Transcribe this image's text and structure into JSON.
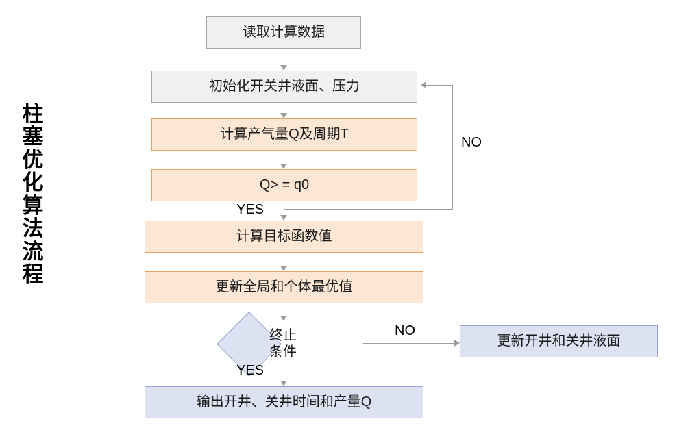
{
  "title": {
    "vertical_caption": "柱塞优化算法流程"
  },
  "flowchart": {
    "nodes": [
      {
        "id": "read-data",
        "label": "读取计算数据",
        "shape": "rect",
        "fill": "#f0f0f0"
      },
      {
        "id": "init",
        "label": "初始化开关井液面、压力",
        "shape": "rect",
        "fill": "#f0f0f0"
      },
      {
        "id": "calc-q-t",
        "label": "计算产气量Q及周期T",
        "shape": "rect",
        "fill": "#fce7d5"
      },
      {
        "id": "compare-q",
        "label": "Q> = q0",
        "shape": "rect",
        "fill": "#fce7d5"
      },
      {
        "id": "calc-objective",
        "label": "计算目标函数值",
        "shape": "rect",
        "fill": "#fce7d5"
      },
      {
        "id": "update-best",
        "label": "更新全局和个体最优值",
        "shape": "rect",
        "fill": "#fce7d5"
      },
      {
        "id": "stop-condition",
        "label": "终止\n条件",
        "shape": "diamond",
        "fill": "#dde2f3"
      },
      {
        "id": "update-levels",
        "label": "更新开井和关井液面",
        "shape": "rect",
        "fill": "#dde2f3"
      },
      {
        "id": "output-result",
        "label": "输出开井、关井时间和产量Q",
        "shape": "rect",
        "fill": "#dde2f3"
      }
    ],
    "edge_labels": {
      "compare_no": "NO",
      "compare_yes": "YES",
      "stop_no": "NO",
      "stop_yes": "YES"
    }
  },
  "colors": {
    "gray_fill": "#f0f0f0",
    "gray_stroke": "#a6a6a6",
    "orange_fill": "#fce7d5",
    "orange_stroke": "#e8a268",
    "blue_fill": "#dde2f3",
    "blue_stroke": "#9aa4d2",
    "line": "#9c9c9c",
    "text": "#1a1a1a"
  }
}
